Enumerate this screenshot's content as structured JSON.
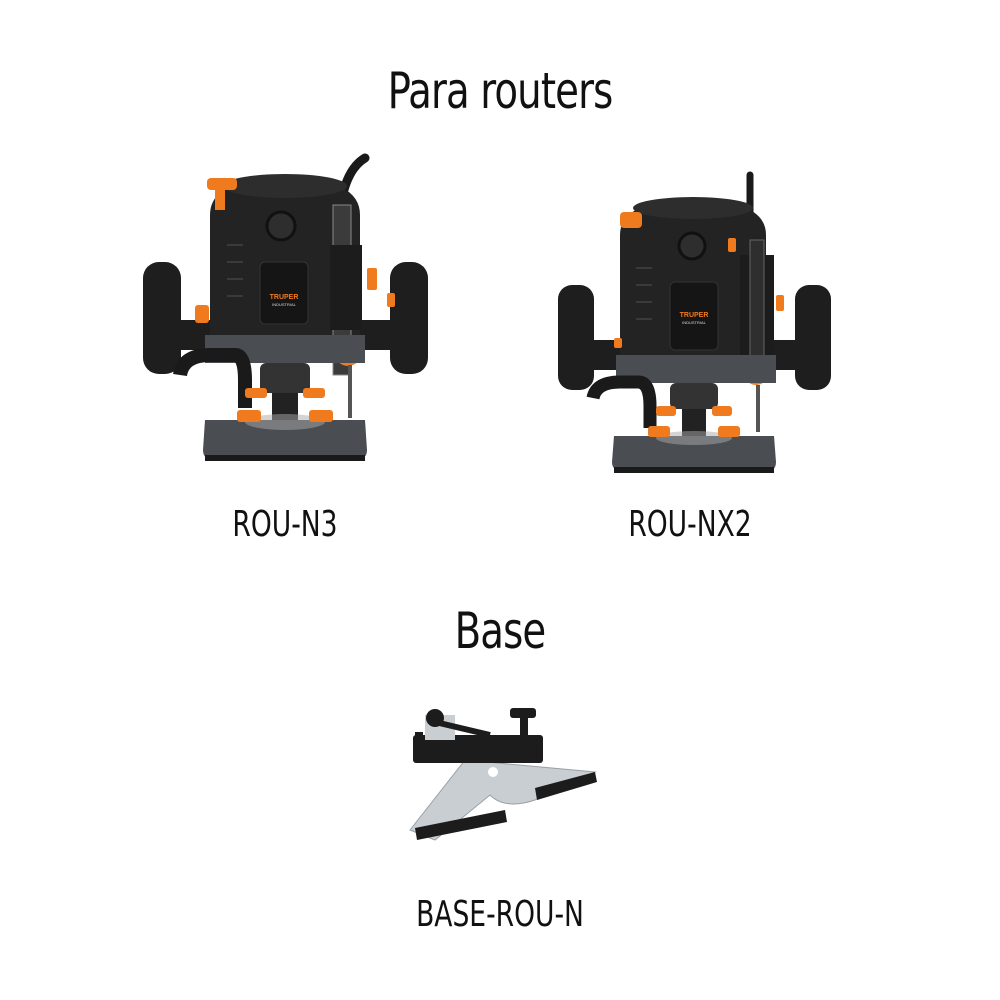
{
  "sections": [
    {
      "title": "Para routers",
      "products": [
        {
          "model": "ROU-N3",
          "brand": "TRUPER",
          "brand_sub": "INDUSTRIAL",
          "image": "plunge-router"
        },
        {
          "model": "ROU-NX2",
          "brand": "TRUPER",
          "brand_sub": "INDUSTRIAL",
          "image": "plunge-router"
        }
      ]
    },
    {
      "title": "Base",
      "products": [
        {
          "model": "BASE-ROU-N",
          "image": "router-edge-guide-base"
        }
      ]
    }
  ],
  "colors": {
    "accent_orange": "#f07a1e",
    "body_black": "#1c1c1c",
    "base_gray": "#4a4d52",
    "metal_silver": "#c9ced3",
    "text": "#111111",
    "background": "#ffffff"
  }
}
